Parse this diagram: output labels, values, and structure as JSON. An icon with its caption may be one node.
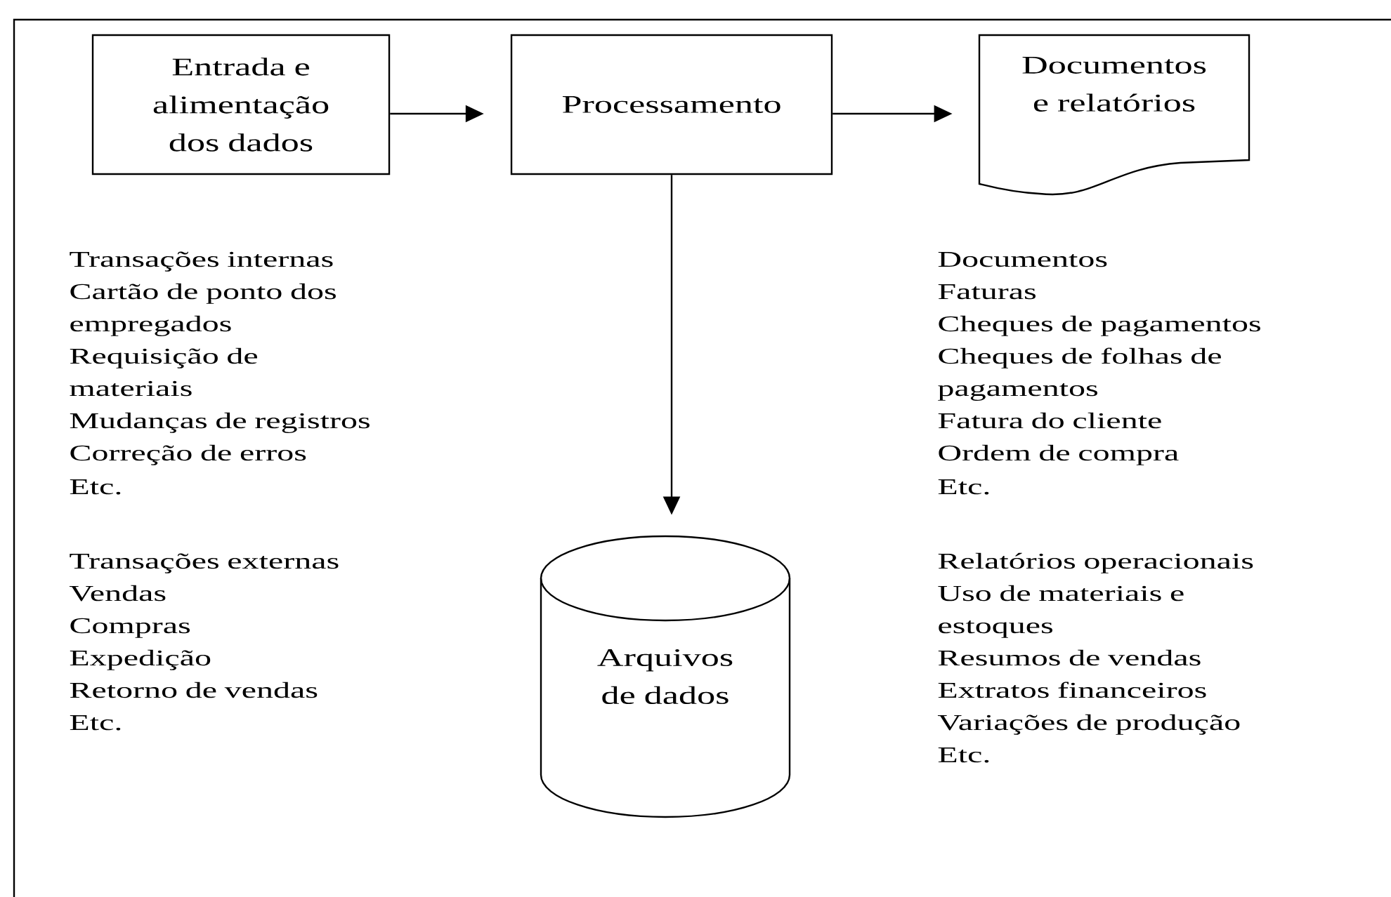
{
  "diagram": {
    "nodes": [
      {
        "text": [
          "Entrada e alimentação dos dados"
        ]
      },
      {
        "text": [
          "Processamento"
        ]
      },
      {
        "text": [
          "Documentos e relatórios"
        ]
      },
      {
        "text": [
          "Arquivos de dados"
        ]
      }
    ],
    "edges": [
      {
        "from": 0,
        "to": 1,
        "arrow": "to"
      },
      {
        "from": 1,
        "to": 2,
        "arrow": "to"
      },
      {
        "from": 1,
        "to": 3,
        "arrow": "to"
      }
    ],
    "labels": [
      "Transações internas",
      "Cartão de ponto dos empregados",
      "Requisição de materiais",
      "Mudanças de registros",
      "Correção de erros",
      "Etc.",
      "Transações externas",
      "Vendas",
      "Compras",
      "Expedição",
      "Retorno de vendas",
      "Etc.",
      "Documentos",
      "Faturas",
      "Cheques de pagamentos",
      "Cheques de folhas de pagamentos",
      "Fatura do cliente",
      "Ordem de compra",
      "Etc.",
      "Relatórios operacionais",
      "Uso de materiais e estoques",
      "Resumos de vendas",
      "Extratos financeiros",
      "Variações de produção",
      "Etc."
    ]
  }
}
